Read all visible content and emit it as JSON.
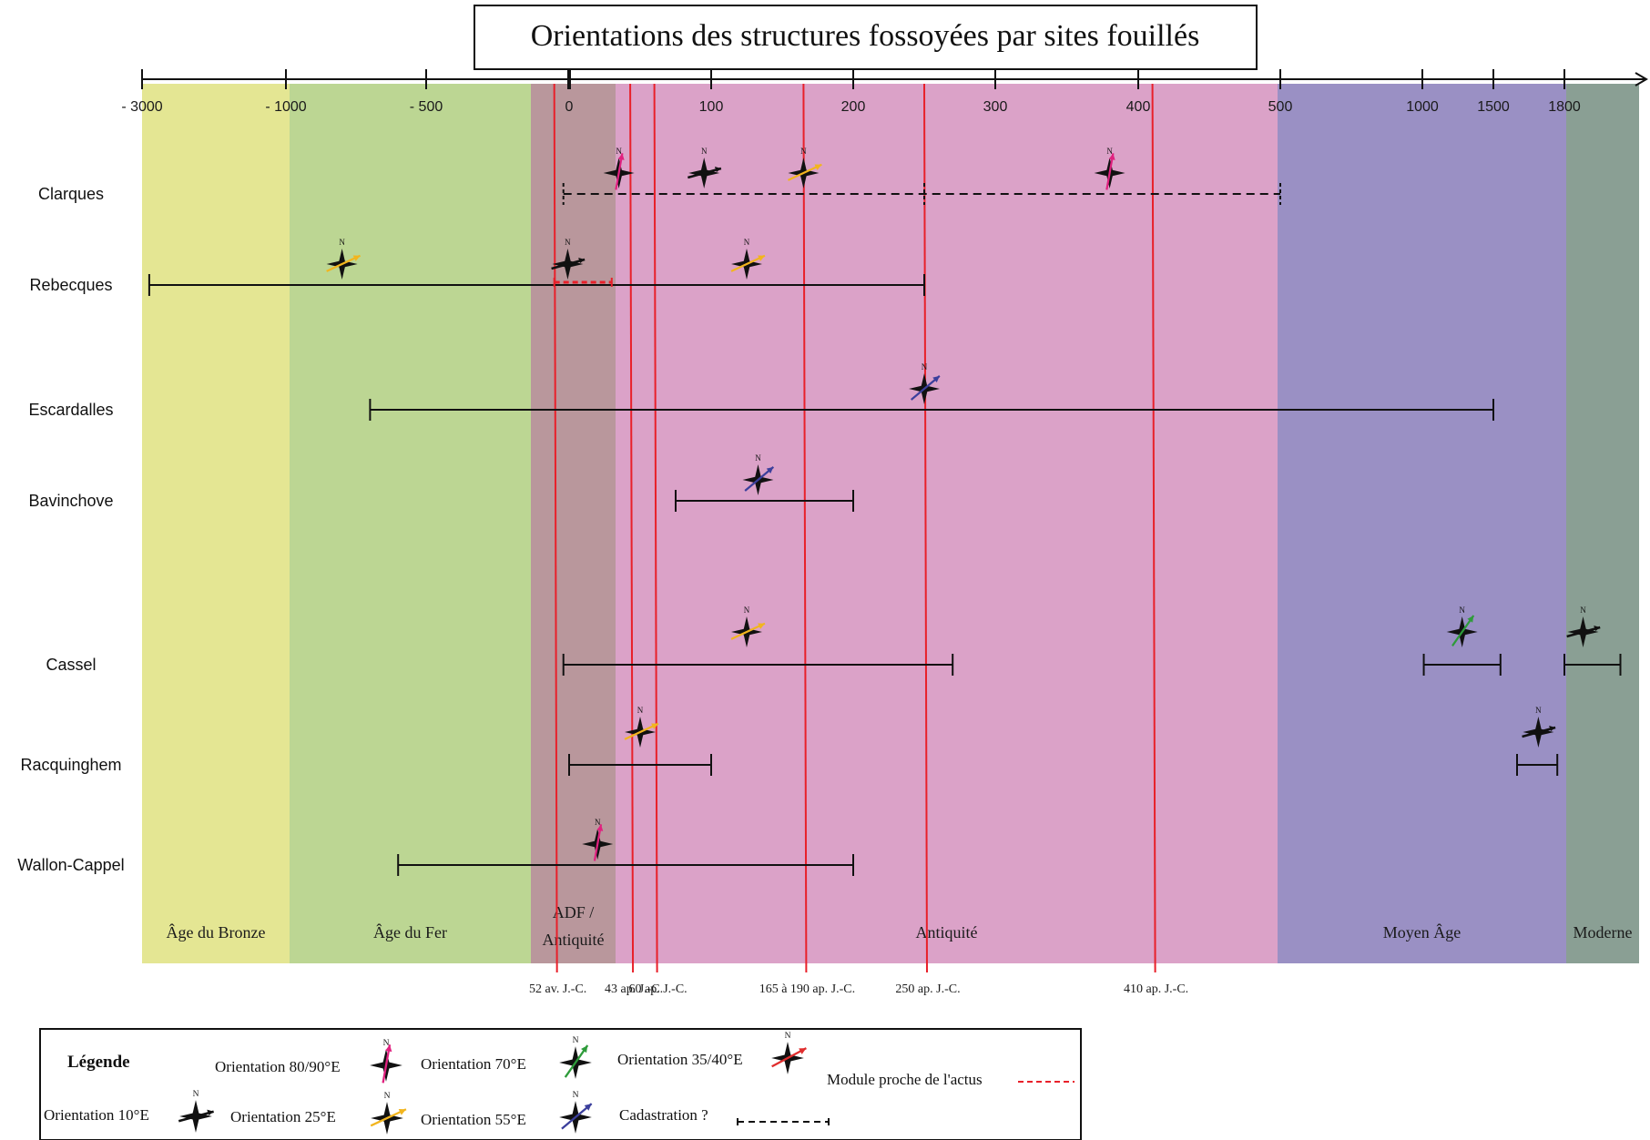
{
  "title": "Orientations des structures fossoyées par sites fouillés",
  "axis": {
    "ticks": [
      "- 3000",
      "- 1000",
      "- 500",
      "0",
      "100",
      "200",
      "300",
      "400",
      "500",
      "1000",
      "1500",
      "1800"
    ]
  },
  "periods": [
    {
      "label_lines": [
        "Âge du Bronze"
      ],
      "color": "#e4e693"
    },
    {
      "label_lines": [
        "Âge du Fer"
      ],
      "color": "#bcd693"
    },
    {
      "label_lines": [
        "ADF /",
        "Antiquité"
      ],
      "color": "#b9979c"
    },
    {
      "label_lines": [
        "Antiquité"
      ],
      "color": "#dba2c8"
    },
    {
      "label_lines": [
        "Moyen Âge"
      ],
      "color": "#9a90c4"
    },
    {
      "label_lines": [
        "Moderne"
      ],
      "color": "#8a9f94"
    }
  ],
  "markers": [
    {
      "label": "52 av. J.-C.",
      "value": -52
    },
    {
      "label": "43 ap. J.-C.",
      "value": 43
    },
    {
      "label": "60 ap. J.-C.",
      "value": 60
    },
    {
      "label": "165 à 190 ap. J.-C.",
      "value": 165
    },
    {
      "label": "250 ap. J.-C.",
      "value": 250
    },
    {
      "label": "410 ap. J.-C.",
      "value": 410
    }
  ],
  "sites": [
    {
      "name": "Clarques",
      "ranges": [
        {
          "from": -20,
          "to": 500,
          "style": "dashed",
          "ticks": [
            250
          ]
        }
      ],
      "symbols": [
        {
          "value": 35,
          "orientation": "80/90"
        },
        {
          "value": 95,
          "orientation": "10"
        },
        {
          "value": 165,
          "orientation": "25"
        },
        {
          "value": 380,
          "orientation": "80/90"
        }
      ]
    },
    {
      "name": "Rebecques",
      "ranges": [
        {
          "from": -2900,
          "to": 250,
          "style": "solid"
        },
        {
          "from": -52,
          "to": 30,
          "style": "module"
        }
      ],
      "symbols": [
        {
          "value": -800,
          "orientation": "25"
        },
        {
          "value": -5,
          "orientation": "10"
        },
        {
          "value": 125,
          "orientation": "25"
        }
      ],
      "note": "module proche de l'actus"
    },
    {
      "name": "Escardalles",
      "ranges": [
        {
          "from": -700,
          "to": 1500,
          "style": "solid"
        }
      ],
      "symbols": [
        {
          "value": 250,
          "orientation": "55"
        }
      ]
    },
    {
      "name": "Bavinchove",
      "ranges": [
        {
          "from": 75,
          "to": 200,
          "style": "solid"
        }
      ],
      "symbols": [
        {
          "value": 133,
          "orientation": "55"
        }
      ]
    },
    {
      "name": "Cassel",
      "ranges": [
        {
          "from": -20,
          "to": 270,
          "style": "solid"
        },
        {
          "from": 1010,
          "to": 1530,
          "style": "solid"
        },
        {
          "from": 1800,
          "to": 1950,
          "style": "solid"
        }
      ],
      "symbols": [
        {
          "value": 125,
          "orientation": "25"
        },
        {
          "value": 1280,
          "orientation": "70"
        },
        {
          "value": 1850,
          "orientation": "10"
        }
      ]
    },
    {
      "name": "Racquinghem",
      "ranges": [
        {
          "from": 0,
          "to": 100,
          "style": "solid"
        },
        {
          "from": 1600,
          "to": 1770,
          "style": "solid"
        }
      ],
      "symbols": [
        {
          "value": 50,
          "orientation": "25"
        },
        {
          "value": 1690,
          "orientation": "10"
        }
      ]
    },
    {
      "name": "Wallon-Cappel",
      "ranges": [
        {
          "from": -600,
          "to": 200,
          "style": "solid"
        }
      ],
      "symbols": [
        {
          "value": 20,
          "orientation": "80/90"
        }
      ]
    }
  ],
  "legend": {
    "title": "Légende",
    "items": [
      {
        "label": "Orientation 80/90°E",
        "orientation": "80/90"
      },
      {
        "label": "Orientation 70°E",
        "orientation": "70"
      },
      {
        "label": "Orientation 35/40°E",
        "orientation": "35/40"
      },
      {
        "label": "Module proche de l'actus",
        "kind": "module"
      },
      {
        "label": "Orientation 10°E",
        "orientation": "10"
      },
      {
        "label": "Orientation 25°E",
        "orientation": "25"
      },
      {
        "label": "Orientation 55°E",
        "orientation": "55"
      },
      {
        "label": "Cadastration ?",
        "kind": "cadastration"
      }
    ]
  },
  "orientation_colors": {
    "80/90": "#e0217f",
    "70": "#2e9b3a",
    "35/40": "#e02d2d",
    "10": "#111111",
    "25": "#f2b51e",
    "55": "#3b3f9c"
  },
  "compass_north_label": "N"
}
